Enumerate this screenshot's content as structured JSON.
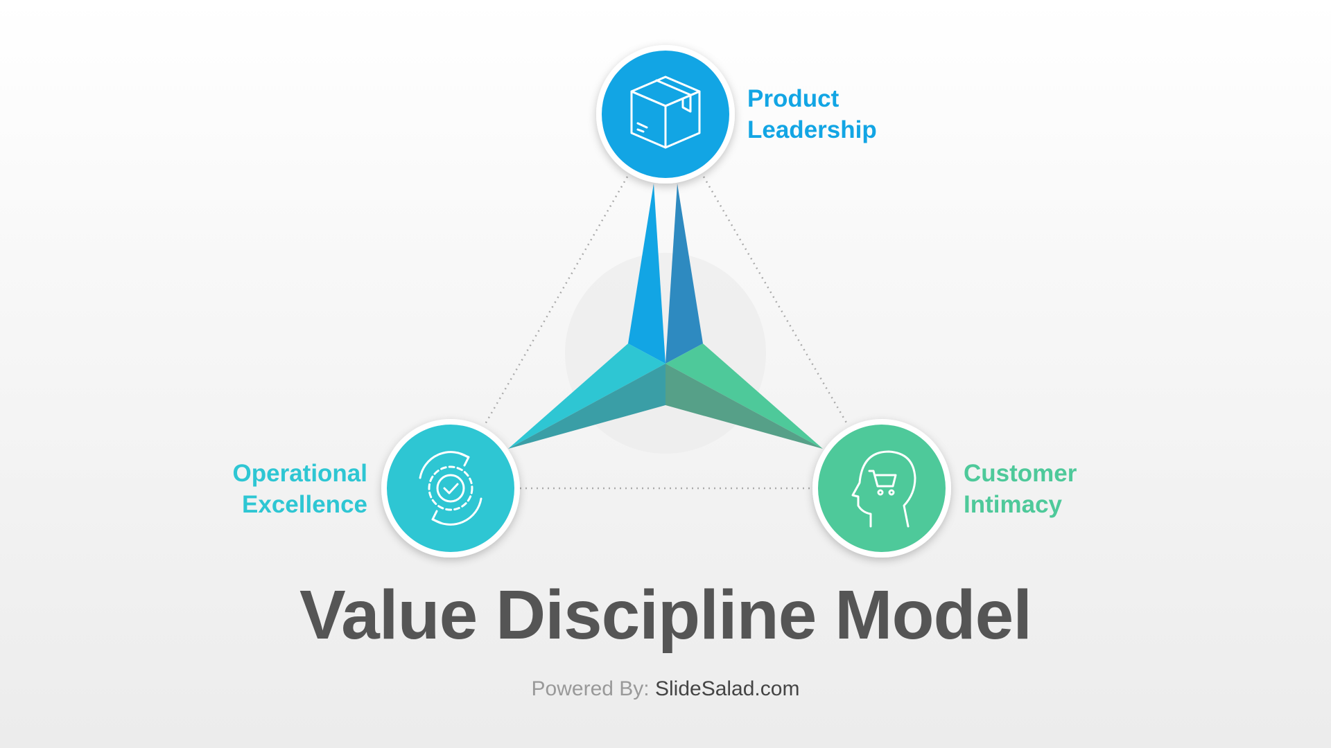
{
  "diagram": {
    "title": "Value Discipline Model",
    "nodes": [
      {
        "id": "product",
        "lines": [
          "Product",
          "Leadership"
        ],
        "color": "#12a5e4",
        "icon": "package-box-icon"
      },
      {
        "id": "operational",
        "lines": [
          "Operational",
          "Excellence"
        ],
        "color": "#2ec6d3",
        "icon": "gear-check-icon"
      },
      {
        "id": "customer",
        "lines": [
          "Customer",
          "Intimacy"
        ],
        "color": "#4ec99a",
        "icon": "head-cart-icon"
      }
    ]
  },
  "footer": {
    "prefix": "Powered By:",
    "brand": "SlideSalad.com"
  },
  "colors": {
    "text_dark": "#555555",
    "footer_gray": "#999999",
    "dotted_line": "#aaaaaa"
  }
}
